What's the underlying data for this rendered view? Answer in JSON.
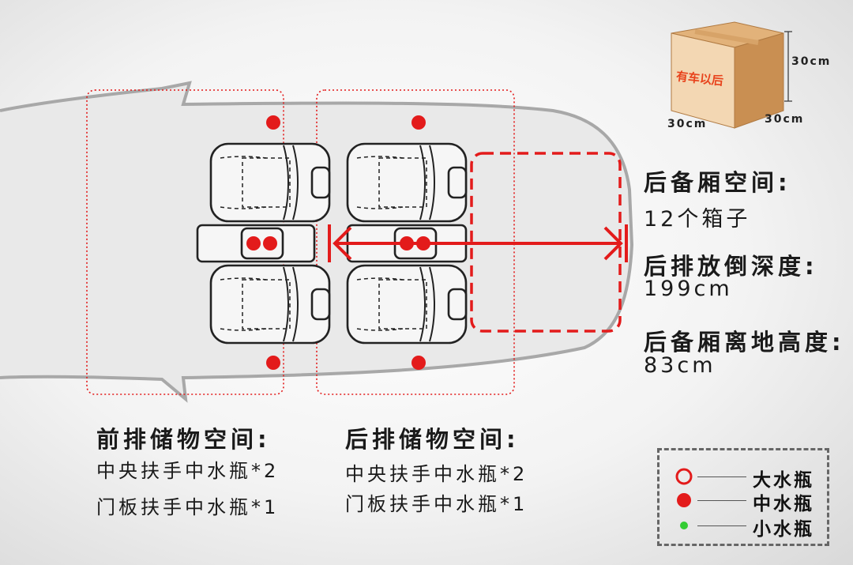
{
  "box": {
    "brand": "有车以后",
    "height_label": "30cm",
    "width_label": "30cm",
    "depth_label": "30cm"
  },
  "trunk": {
    "space_title": "后备厢空间:",
    "space_value": "12个箱子",
    "depth_title": "后排放倒深度:",
    "depth_value": "199cm",
    "height_title": "后备厢离地高度:",
    "height_value": "83cm"
  },
  "front_storage": {
    "title": "前排储物空间:",
    "items": [
      "中央扶手中水瓶*2",
      "门板扶手中水瓶*1"
    ]
  },
  "rear_storage": {
    "title": "后排储物空间:",
    "items": [
      "中央扶手中水瓶*2",
      "门板扶手中水瓶*1"
    ]
  },
  "legend": {
    "items": [
      {
        "label": "大水瓶",
        "marker": "red-ring",
        "color": "#e31b1b"
      },
      {
        "label": "中水瓶",
        "marker": "red-dot",
        "color": "#e31b1b"
      },
      {
        "label": "小水瓶",
        "marker": "green-dot",
        "color": "#33cc33"
      }
    ]
  },
  "colors": {
    "accent_red": "#e31b1b",
    "outline_gray": "#a8a8a8",
    "seat_stroke": "#222222",
    "box_cardboard": "#c98f52"
  }
}
